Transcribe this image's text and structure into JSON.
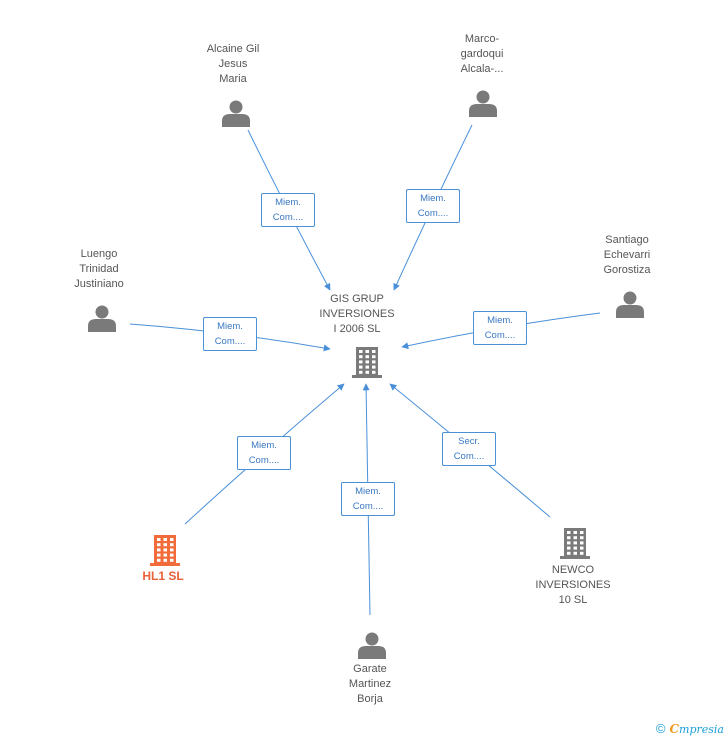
{
  "colors": {
    "edge": "#4a90d9",
    "person_icon": "#7a7a7a",
    "company_icon": "#7a7a7a",
    "focus_company": "#f26b3a",
    "label_text": "#555555"
  },
  "nodes": [
    {
      "id": "gis",
      "type": "company",
      "label": "GIS GRUP\nINVERSIONES\nI 2006 SL"
    },
    {
      "id": "alcaine",
      "type": "person",
      "label": "Alcaine Gil\nJesus\nMaria"
    },
    {
      "id": "marco",
      "type": "person",
      "label": "Marco-\ngardoqui\nAlcala-..."
    },
    {
      "id": "luengo",
      "type": "person",
      "label": "Luengo\nTrinidad\nJustiniano"
    },
    {
      "id": "santiago",
      "type": "person",
      "label": "Santiago\nEchevarri\nGorostiza"
    },
    {
      "id": "hl1",
      "type": "company-focus",
      "label": "HL1 SL"
    },
    {
      "id": "newco",
      "type": "company",
      "label": "NEWCO\nINVERSIONES\n10 SL"
    },
    {
      "id": "garate",
      "type": "person",
      "label": "Garate\nMartinez\nBorja"
    }
  ],
  "edges": [
    {
      "from": "alcaine",
      "to": "gis",
      "label": "Miem.\nCom...."
    },
    {
      "from": "marco",
      "to": "gis",
      "label": "Miem.\nCom...."
    },
    {
      "from": "luengo",
      "to": "gis",
      "label": "Miem.\nCom...."
    },
    {
      "from": "santiago",
      "to": "gis",
      "label": "Miem.\nCom...."
    },
    {
      "from": "hl1",
      "to": "gis",
      "label": "Miem.\nCom...."
    },
    {
      "from": "garate",
      "to": "gis",
      "label": "Miem.\nCom...."
    },
    {
      "from": "newco",
      "to": "gis",
      "label": "Secr.\nCom...."
    }
  ],
  "footer": {
    "copyright": "©",
    "brand_initial": "C",
    "brand_rest": "mpresia"
  }
}
